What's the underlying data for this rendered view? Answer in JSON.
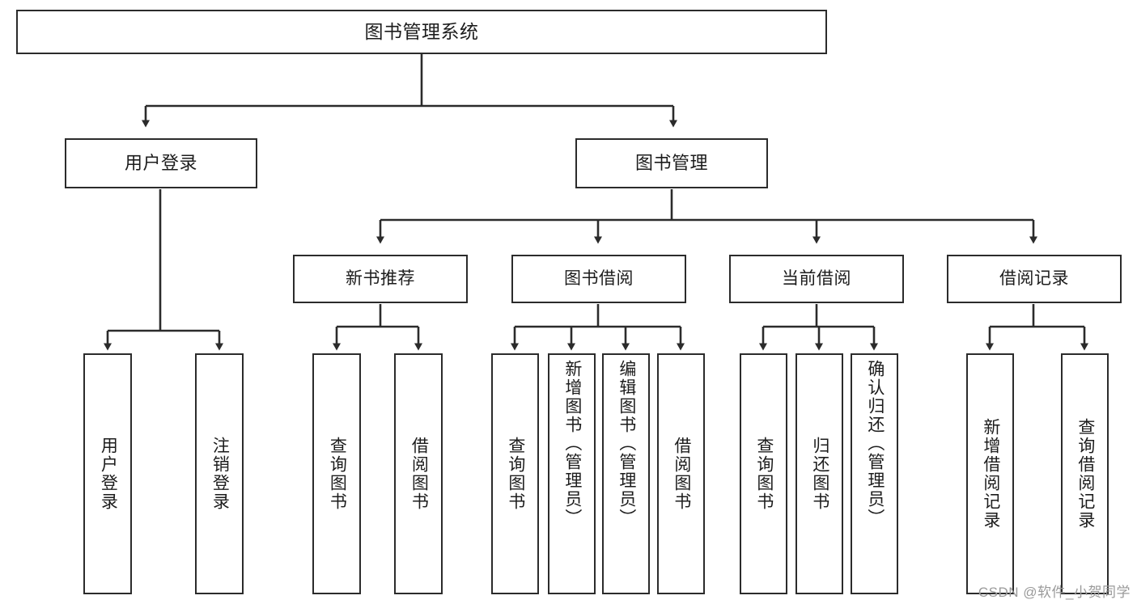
{
  "diagram": {
    "title": "图书管理系统",
    "type": "tree",
    "root": {
      "label": "图书管理系统"
    },
    "level1": [
      {
        "label": "用户登录"
      },
      {
        "label": "图书管理"
      }
    ],
    "level2": [
      {
        "label": "新书推荐"
      },
      {
        "label": "图书借阅"
      },
      {
        "label": "当前借阅"
      },
      {
        "label": "借阅记录"
      }
    ],
    "leaves": {
      "user_login": [
        {
          "label": "用户登录"
        },
        {
          "label": "注销登录"
        }
      ],
      "new_book_recommend": [
        {
          "label": "查询图书"
        },
        {
          "label": "借阅图书"
        }
      ],
      "book_borrow": [
        {
          "label": "查询图书"
        },
        {
          "label": "新增图书（管理员）"
        },
        {
          "label": "编辑图书（管理员）"
        },
        {
          "label": "借阅图书"
        }
      ],
      "current_borrow": [
        {
          "label": "查询图书"
        },
        {
          "label": "归还图书"
        },
        {
          "label": "确认归还（管理员）"
        }
      ],
      "borrow_record": [
        {
          "label": "新增借阅记录"
        },
        {
          "label": "查询借阅记录"
        }
      ]
    }
  },
  "watermark": {
    "text": "CSDN @软件_小贺同学"
  },
  "colors": {
    "box_border": "#2b2b2b",
    "box_fill": "#ffffff",
    "edge": "#2b2b2b",
    "text": "#1c1c1c",
    "watermark": "#9a9a9a"
  }
}
